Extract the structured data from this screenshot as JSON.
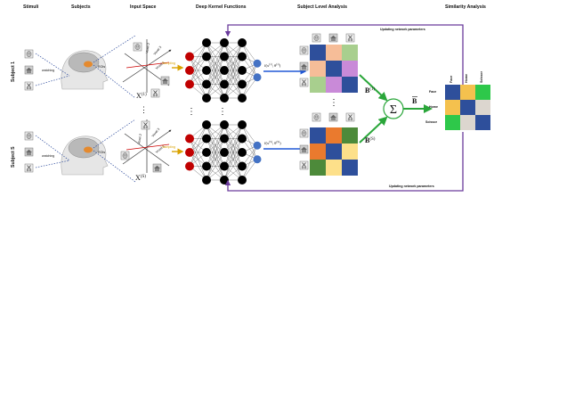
{
  "headers": {
    "stimuli": "Stimuli",
    "subjects": "Subjects",
    "input_space": "Input Space",
    "deep_kernel": "Deep Kernel Functions",
    "subject_analysis": "Subject Level Analysis",
    "similarity": "Similarity Analysis"
  },
  "subjects": {
    "subject1": "Subject 1",
    "subjectS": "Subject S",
    "watching": "watching",
    "rois": "ROIs"
  },
  "input_space": {
    "voxel1": "Voxel 1",
    "voxel2": "Voxel 2",
    "voxel3": "Voxel 3",
    "sampling": "Sampling",
    "x1": "X",
    "x1_sup": "(1)",
    "xS": "X",
    "xS_sup": "(S)"
  },
  "kernel": {
    "f1": "f(x",
    "f1_sub": "(1)",
    "f1_tail": "; θ",
    "f1_tail_sup": "(1)",
    "fS": "f(x",
    "fS_sub": "(S)",
    "fS_tail": "; θ",
    "fS_tail_sup": "(S)"
  },
  "feedback": {
    "top": "Updating network parameters",
    "bottom": "Updating network parameters"
  },
  "aggregation": {
    "b1": "B",
    "b1_sup": "(1)",
    "bS": "B",
    "bS_sup": "(S)",
    "sum": "Σ",
    "bbar": "B"
  },
  "similarity": {
    "col_labels": [
      "Face",
      "Home",
      "Scissor"
    ],
    "row_labels": [
      "Face",
      "Home",
      "Scissor"
    ],
    "matrix_colors": [
      [
        "#2e4f9b",
        "#f4c14e",
        "#2ec84a"
      ],
      [
        "#f4c14e",
        "#2e4f9b",
        "#dcd6cf"
      ],
      [
        "#2ec84a",
        "#dcd6cf",
        "#2e4f9b"
      ]
    ]
  },
  "subject_matrices": {
    "m1": [
      [
        "#2e4f9b",
        "#f6bd98",
        "#a8cf8e"
      ],
      [
        "#f6bd98",
        "#2e4f9b",
        "#c98ad8"
      ],
      [
        "#a8cf8e",
        "#c98ad8",
        "#2e4f9b"
      ]
    ],
    "mS": [
      [
        "#2e4f9b",
        "#ea7a2e",
        "#4d8a3a"
      ],
      [
        "#ea7a2e",
        "#2e4f9b",
        "#fde08a"
      ],
      [
        "#4d8a3a",
        "#fde08a",
        "#2e4f9b"
      ]
    ]
  },
  "colors": {
    "input_node": "#c00000",
    "hidden_node": "#000000",
    "output_node": "#4472c4",
    "sampling_arrow": "#d9a200",
    "blue_arrow": "#2159d6",
    "green_arrow": "#2aa63a",
    "feedback": "#6a3b9c",
    "dashed": "#2c4a9c"
  },
  "icons": [
    "face-icon",
    "home-icon",
    "scissor-icon",
    "brain-icon",
    "head-icon"
  ]
}
